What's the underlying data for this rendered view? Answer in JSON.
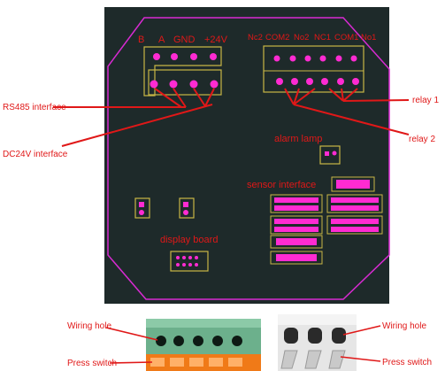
{
  "board": {
    "pins_left": [
      "B",
      "A",
      "GND",
      "+24V"
    ],
    "pins_right": [
      "Nc2",
      "COM2",
      "No2",
      "NC1",
      "COM1",
      "No1"
    ],
    "alarm_lamp": "alarm lamp",
    "sensor_interface": "sensor interface",
    "display_board": "display board"
  },
  "callouts": {
    "rs485": "RS485 interface",
    "dc24v": "DC24V interface",
    "relay1": "relay 1",
    "relay2": "relay 2"
  },
  "bottom_left": {
    "wiring_hole": "Wiring hole",
    "press_switch": "Press switch"
  },
  "bottom_right": {
    "wiring_hole": "Wiring hole",
    "press_switch": "Press switch"
  },
  "colors": {
    "pcb": "#1e2a2a",
    "outline": "#d82ad2",
    "pad": "#ff2bd2",
    "silk": "#c8b646",
    "callout": "#e01818"
  }
}
